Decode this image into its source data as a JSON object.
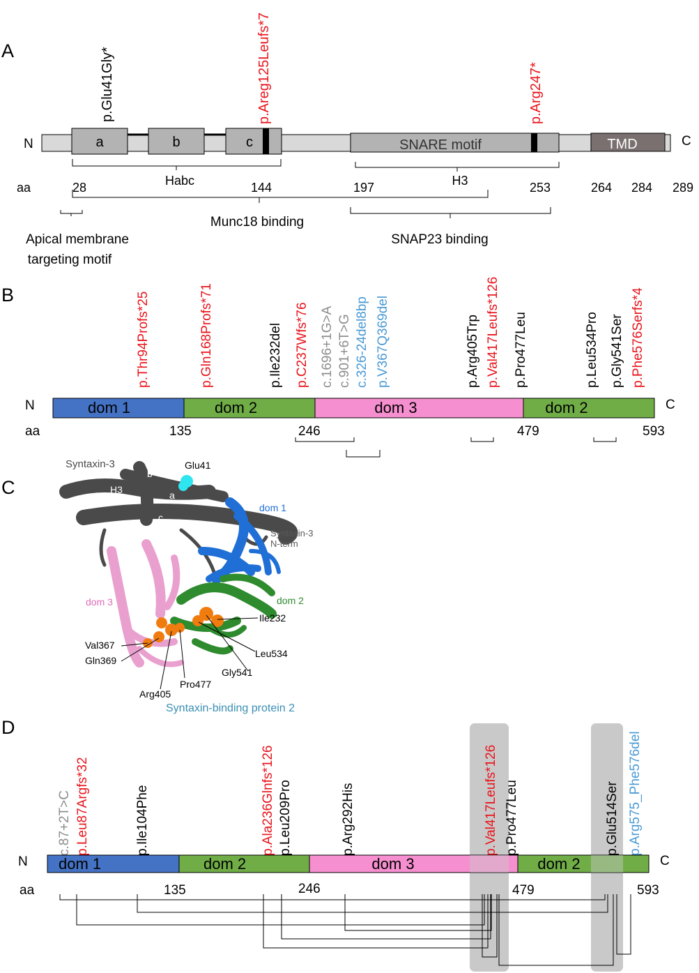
{
  "colors": {
    "red": "#e8141c",
    "gray": "#8c8c8c",
    "blue": "#4a9ad4",
    "black": "#000000",
    "dom1": "#4472c4",
    "dom2": "#70ad47",
    "dom3": "#f68fcf",
    "protein_bar": "#d9d9d9",
    "domain_box": "#b3b3b3",
    "tmd": "#7a7070",
    "highlight": "#c9c9c9",
    "syntaxin": "#4a4a4a",
    "structure_dom1": "#1f6fd6",
    "structure_dom2": "#2e8b2e",
    "structure_dom3": "#e9a0cf",
    "residue": "#f07c10",
    "glu41": "#2ee6f0"
  },
  "panelA": {
    "panel_letter": "A",
    "n_term": "N",
    "c_term": "C",
    "domain_a": "a",
    "domain_b": "b",
    "domain_c": "c",
    "snare": "SNARE motif",
    "tmd": "TMD",
    "habc": "Habc",
    "h3": "H3",
    "aa": "aa",
    "positions": [
      "28",
      "144",
      "197",
      "253",
      "264",
      "284",
      "289"
    ],
    "munc18": "Munc18 binding",
    "snap23": "SNAP23 binding",
    "apical1": "Apical membrane",
    "apical2": "targeting motif",
    "mutations": [
      {
        "label": "p.Glu41Gly*",
        "color": "black"
      },
      {
        "label": "p.Areg125Leufs*7",
        "color": "red"
      },
      {
        "label": "p.Arg247*",
        "color": "red"
      }
    ]
  },
  "panelB": {
    "panel_letter": "B",
    "n_term": "N",
    "c_term": "C",
    "aa": "aa",
    "domains": [
      "dom 1",
      "dom 2",
      "dom 3",
      "dom 2"
    ],
    "positions": [
      "135",
      "246",
      "479",
      "593"
    ],
    "mutations": [
      {
        "label": "p.Thr94Profs*25",
        "color": "red"
      },
      {
        "label": "p.Gln168Profs*71",
        "color": "red"
      },
      {
        "label": "p.Ile232del",
        "color": "black"
      },
      {
        "label": "p.C237Wfs*76",
        "color": "red"
      },
      {
        "label": "c.1696+1G>A",
        "color": "gray"
      },
      {
        "label": "c.901+6T>G",
        "color": "gray"
      },
      {
        "label": "c.326-24del8bp",
        "color": "blue"
      },
      {
        "label": "p.V367Q369del",
        "color": "blue"
      },
      {
        "label": "p.Arg405Trp",
        "color": "black"
      },
      {
        "label": "p.Val417Leufs*126",
        "color": "red"
      },
      {
        "label": "p.Pro477Leu",
        "color": "black"
      },
      {
        "label": "p.Leu534Pro",
        "color": "black"
      },
      {
        "label": "p.Gly541Ser",
        "color": "black"
      },
      {
        "label": "p.Phe576Serfs*4",
        "color": "red"
      }
    ]
  },
  "panelC": {
    "panel_letter": "C",
    "syntaxin3": "Syntaxin-3",
    "glu41": "Glu41",
    "h3": "H3",
    "b": "b",
    "a": "a",
    "c": "c",
    "dom1": "dom 1",
    "syntaxin_nterm1": "Syntaxin-3",
    "syntaxin_nterm2": "N-term",
    "dom3": "dom 3",
    "dom2": "dom 2",
    "ile232": "Ile232",
    "val367": "Val367",
    "gln369": "Gln369",
    "leu534": "Leu534",
    "gly541": "Gly541",
    "pro477": "Pro477",
    "arg405": "Arg405",
    "stxbp2": "Syntaxin-binding protein 2"
  },
  "panelD": {
    "panel_letter": "D",
    "n_term": "N",
    "c_term": "C",
    "aa": "aa",
    "domains": [
      "dom 1",
      "dom 2",
      "dom 3",
      "dom 2"
    ],
    "positions": [
      "135",
      "246",
      "479",
      "593"
    ],
    "mutations": [
      {
        "label": "c.87+2T>C",
        "color": "gray"
      },
      {
        "label": "p.Leu87Argfs*32",
        "color": "red"
      },
      {
        "label": "p.Ile104Phe",
        "color": "black"
      },
      {
        "label": "p.Ala236Glnfs*126",
        "color": "red"
      },
      {
        "label": "p.Leu209Pro",
        "color": "black"
      },
      {
        "label": "p.Arg292His",
        "color": "black"
      },
      {
        "label": "p.Val417Leufs*126",
        "color": "red"
      },
      {
        "label": "p.Pro477Leu",
        "color": "black"
      },
      {
        "label": "p.Glu514Ser",
        "color": "black"
      },
      {
        "label": "p.Arg575_Phe576del",
        "color": "blue"
      }
    ]
  }
}
